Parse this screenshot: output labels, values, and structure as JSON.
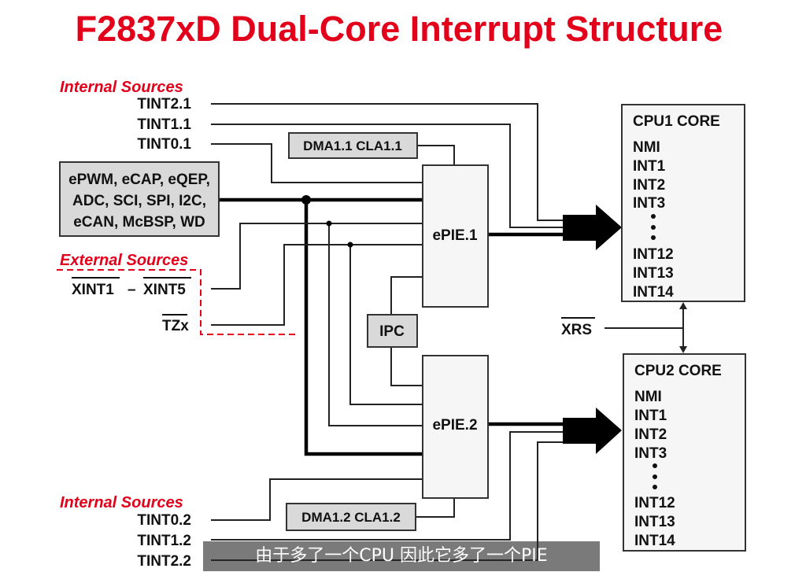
{
  "title": "F2837xD Dual-Core Interrupt Structure",
  "internal_sources_label": "Internal Sources",
  "external_sources_label": "External Sources",
  "cpu1_timers": [
    "TINT2.1",
    "TINT1.1",
    "TINT0.1"
  ],
  "cpu2_timers": [
    "TINT0.2",
    "TINT1.2",
    "TINT2.2"
  ],
  "dma_cla_1": "DMA1.1  CLA1.1",
  "dma_cla_2": "DMA1.2  CLA1.2",
  "peripherals": [
    "ePWM, eCAP, eQEP,",
    "ADC, SCI, SPI, I2C,",
    "eCAN, McBSP, WD"
  ],
  "external": {
    "xint_start": "XINT1",
    "dash": "–",
    "xint_end": "XINT5",
    "tz": "TZx"
  },
  "epie1": "ePIE.1",
  "epie2": "ePIE.2",
  "ipc": "IPC",
  "xrs": "XRS",
  "cpu1": {
    "title": "CPU1  CORE",
    "ints_top": [
      "NMI",
      "INT1",
      "INT2",
      "INT3"
    ],
    "ints_bottom": [
      "INT12",
      "INT13",
      "INT14"
    ]
  },
  "cpu2": {
    "title": "CPU2  CORE",
    "ints_top": [
      "NMI",
      "INT1",
      "INT2",
      "INT3"
    ],
    "ints_bottom": [
      "INT12",
      "INT13",
      "INT14"
    ]
  },
  "subtitle": "由于多了一个CPU 因此它多了一个PIE",
  "colors": {
    "title_red": "#e3001b",
    "box_gray": "#d9d9d9"
  }
}
